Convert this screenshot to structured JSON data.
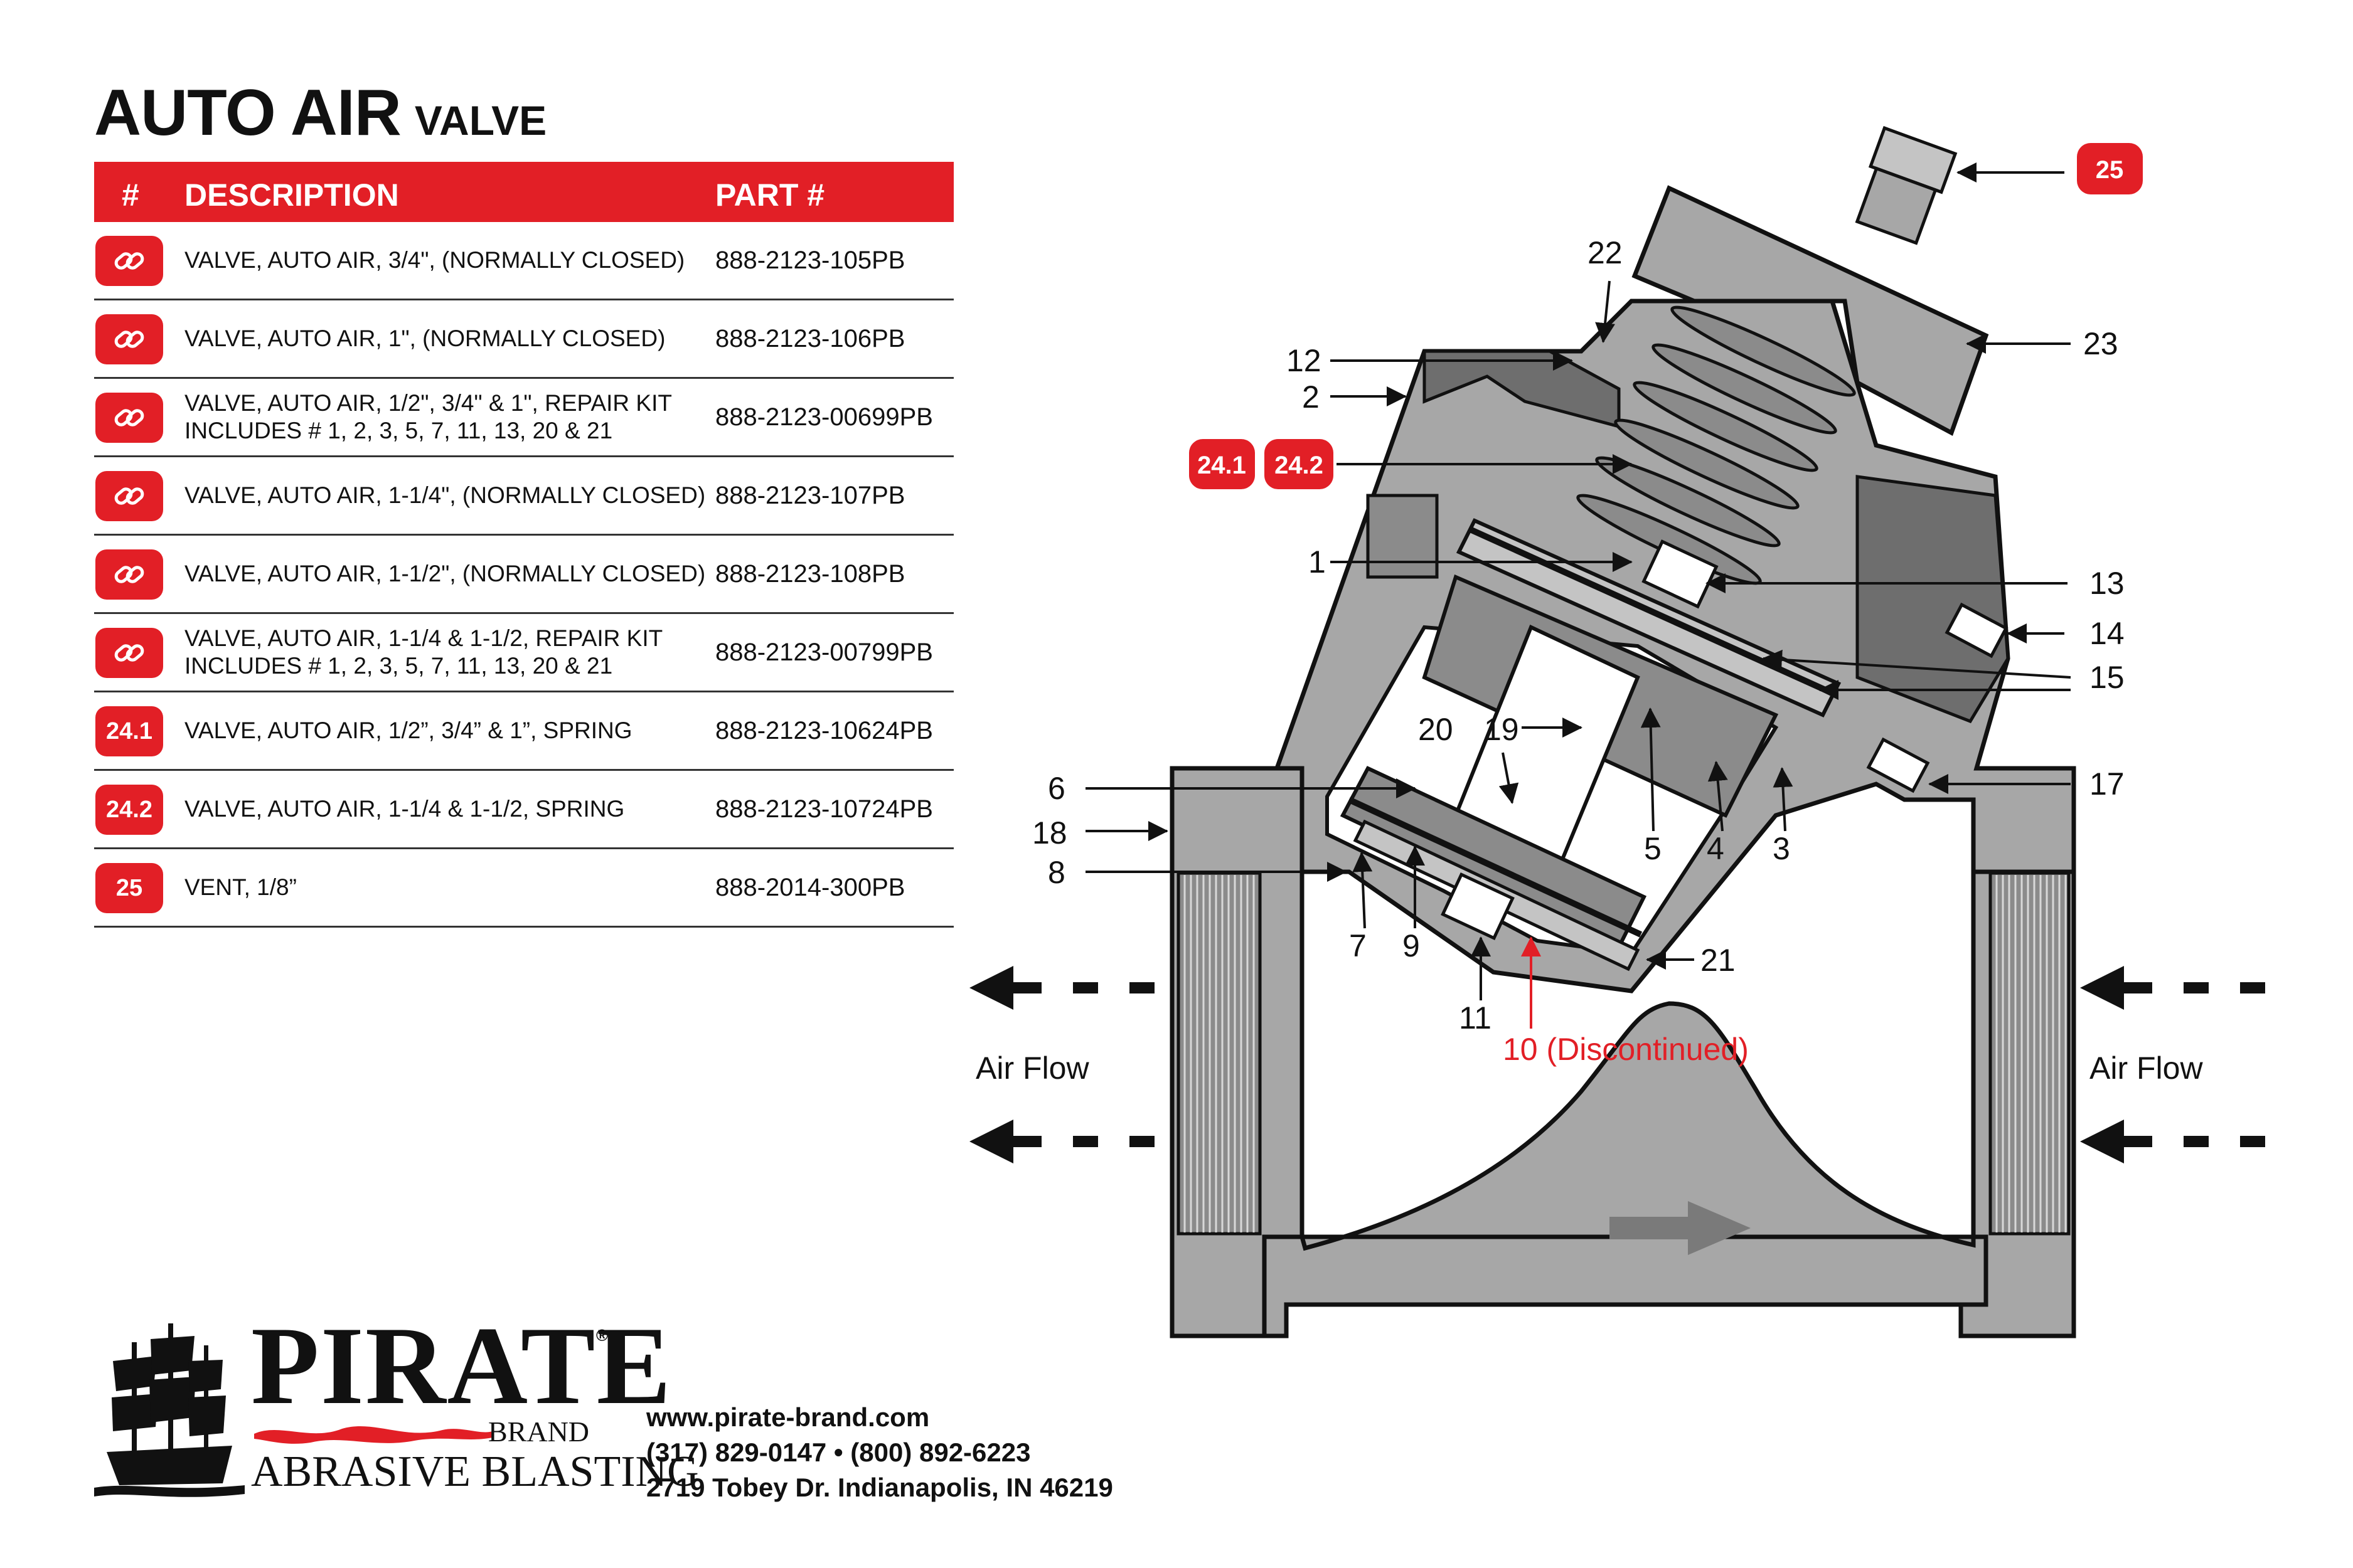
{
  "title": {
    "main": "AUTO AIR",
    "sub": "VALVE"
  },
  "table": {
    "headers": {
      "num": "#",
      "description": "DESCRIPTION",
      "part": "PART #"
    },
    "rows": [
      {
        "badge": "",
        "badge_icon": "link-icon",
        "description": [
          "VALVE, AUTO AIR, 3/4\", (NORMALLY CLOSED)"
        ],
        "part": "888-2123-105PB"
      },
      {
        "badge": "",
        "badge_icon": "link-icon",
        "description": [
          "VALVE, AUTO AIR, 1\", (NORMALLY CLOSED)"
        ],
        "part": "888-2123-106PB"
      },
      {
        "badge": "",
        "badge_icon": "link-icon",
        "description": [
          "VALVE, AUTO AIR, 1/2\", 3/4\" & 1\", REPAIR KIT",
          "INCLUDES # 1, 2, 3, 5, 7, 11, 13, 20 & 21"
        ],
        "part": "888-2123-00699PB"
      },
      {
        "badge": "",
        "badge_icon": "link-icon",
        "description": [
          "VALVE, AUTO AIR, 1-1/4\", (NORMALLY CLOSED)"
        ],
        "part": "888-2123-107PB"
      },
      {
        "badge": "",
        "badge_icon": "link-icon",
        "description": [
          "VALVE, AUTO AIR, 1-1/2\", (NORMALLY CLOSED)"
        ],
        "part": "888-2123-108PB"
      },
      {
        "badge": "",
        "badge_icon": "link-icon",
        "description": [
          "VALVE, AUTO AIR, 1-1/4 & 1-1/2, REPAIR KIT",
          "INCLUDES # 1, 2, 3, 5, 7, 11, 13, 20 & 21"
        ],
        "part": "888-2123-00799PB"
      },
      {
        "badge": "24.1",
        "badge_icon": "",
        "description": [
          "VALVE, AUTO AIR, 1/2”, 3/4” & 1”, SPRING"
        ],
        "part": "888-2123-10624PB"
      },
      {
        "badge": "24.2",
        "badge_icon": "",
        "description": [
          "VALVE, AUTO AIR, 1-1/4 & 1-1/2, SPRING"
        ],
        "part": "888-2123-10724PB"
      },
      {
        "badge": "25",
        "badge_icon": "",
        "description": [
          "VENT, 1/8”"
        ],
        "part": "888-2014-300PB"
      }
    ]
  },
  "diagram": {
    "labels": {
      "l1": "1",
      "l2": "2",
      "l3": "3",
      "l4": "4",
      "l5": "5",
      "l6": "6",
      "l7": "7",
      "l8": "8",
      "l9": "9",
      "l11": "11",
      "l12": "12",
      "l13": "13",
      "l14": "14",
      "l15": "15",
      "l17": "17",
      "l18": "18",
      "l19": "19",
      "l20": "20",
      "l21": "21",
      "l22": "22",
      "l23": "23",
      "l10": "10 (Discontinued)"
    },
    "callouts": {
      "c25": "25",
      "c241": "24.1",
      "c242": "24.2"
    },
    "airflow_left": "Air Flow",
    "airflow_right": "Air Flow"
  },
  "brand": {
    "name": "PIRATE",
    "reg": "®",
    "brand_word": "BRAND",
    "tagline": "ABRASIVE BLASTING"
  },
  "contact": {
    "website": "www.pirate-brand.com",
    "phones": "(317) 829-0147 • (800) 892-6223",
    "address": "2719 Tobey Dr. Indianapolis, IN 46219"
  },
  "colors": {
    "accent": "#e21f26",
    "body_gray": "#a7a7a7",
    "dark_gray": "#6e6e6e",
    "light_gray": "#c4c4c4"
  }
}
